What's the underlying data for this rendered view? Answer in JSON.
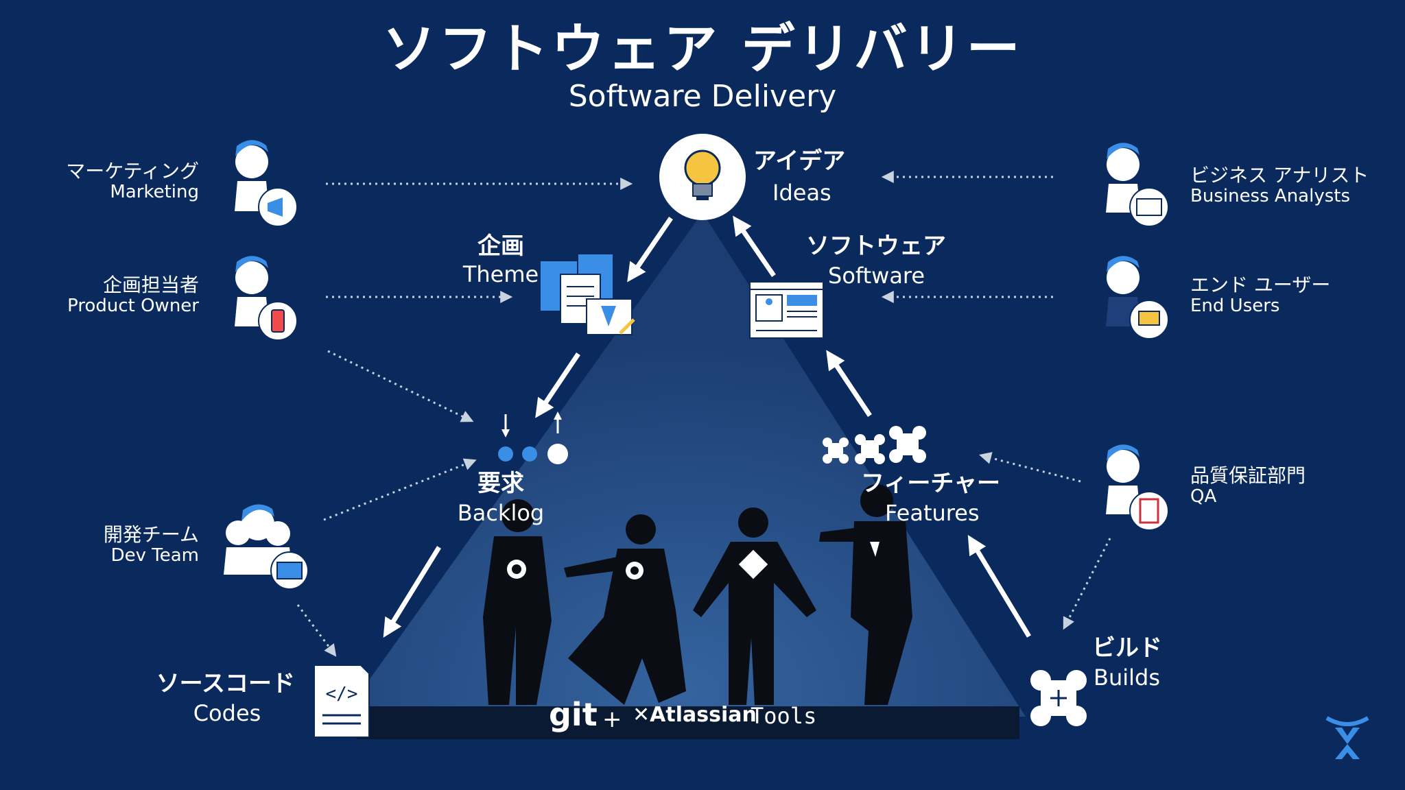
{
  "title": {
    "ja": "ソフトウェア デリバリー",
    "en": "Software Delivery"
  },
  "nodes": {
    "ideas": {
      "ja": "アイデア",
      "en": "Ideas"
    },
    "theme": {
      "ja": "企画",
      "en": "Theme"
    },
    "software": {
      "ja": "ソフトウェア",
      "en": "Software"
    },
    "backlog": {
      "ja": "要求",
      "en": "Backlog"
    },
    "features": {
      "ja": "フィーチャー",
      "en": "Features"
    },
    "codes": {
      "ja": "ソースコード",
      "en": "Codes"
    },
    "builds": {
      "ja": "ビルド",
      "en": "Builds"
    }
  },
  "roles": {
    "marketing": {
      "ja": "マーケティング",
      "en": "Marketing",
      "icon": "megaphone-icon"
    },
    "product_owner": {
      "ja": "企画担当者",
      "en": "Product Owner",
      "icon": "smartphone-icon"
    },
    "dev_team": {
      "ja": "開発チーム",
      "en": "Dev Team",
      "icon": "code-window-icon"
    },
    "business_analyst": {
      "ja": "ビジネス アナリスト",
      "en": "Business Analysts",
      "icon": "chart-card-icon"
    },
    "end_users": {
      "ja": "エンド ユーザー",
      "en": "End Users",
      "icon": "laptop-icon"
    },
    "qa": {
      "ja": "品質保証部門",
      "en": "QA",
      "icon": "clipboard-check-icon"
    }
  },
  "tools": {
    "git": "git",
    "plus": "+",
    "atlassian": "Atlassian",
    "label": "Tools"
  },
  "colors": {
    "background": "#0a2a5e",
    "pyramid": "#2a4f85",
    "accent_blue": "#3a8ee6",
    "bulb_yellow": "#f5c542",
    "white": "#ffffff",
    "dotted": "#c9d3e0"
  }
}
